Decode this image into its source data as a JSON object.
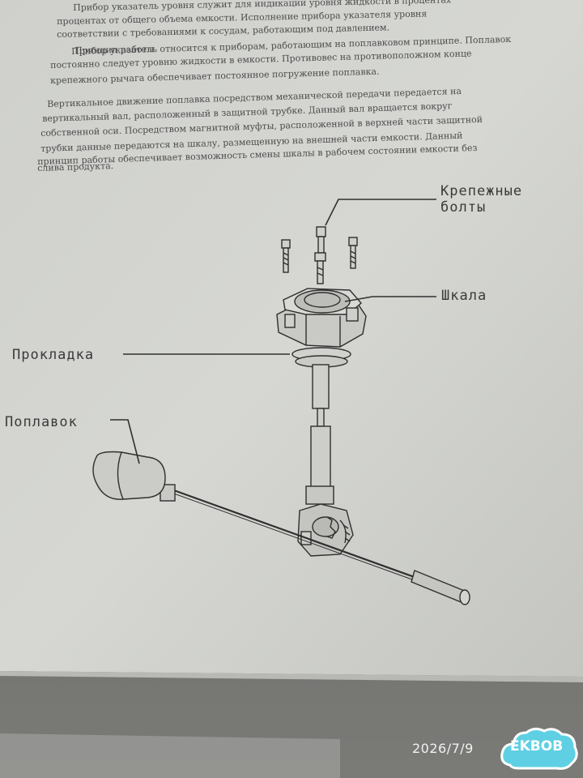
{
  "document": {
    "paragraphs": [
      "Прибор указатель уровня служит для индикации уровня жидкости в процентах",
      "процентах от общего объема емкости. Исполнение прибора указателя уровня",
      "соответствии с требованиями к сосудам, работающим под давлением.",
      "Принцип работы",
      "Прибор указатель относится к приборам, работающим на поплавковом принципе. Поплавок",
      "постоянно следует уровню жидкости в емкости. Противовес на противоположном конце",
      "крепежного рычага обеспечивает постоянное погружение поплавка.",
      "Вертикальное движение поплавка посредством механической передачи передается на",
      "вертикальный вал, расположенный в защитной трубке. Данный вал вращается вокруг",
      "собственной оси. Посредством магнитной муфты, расположенной в верхней части защитной",
      "трубки данные передаются на шкалу, размещенную на внешней части емкости. Данный",
      "принцип работы обеспечивает возможность смены шкалы в рабочем состоянии емкости без",
      "слива продукта."
    ]
  },
  "diagram": {
    "labels": {
      "bolts_line1": "Крепежные",
      "bolts_line2": "болты",
      "scale": "Шкала",
      "gasket": "Прокладка",
      "float": "Поплавок"
    }
  },
  "overlay": {
    "timestamp": "2026/7/9",
    "watermark": "EKBOB"
  },
  "colors": {
    "paper": "#d3d4d0",
    "ink": "#3a3a3a",
    "shadow": "#6f6f6c",
    "logo": "#5fd0e3"
  }
}
